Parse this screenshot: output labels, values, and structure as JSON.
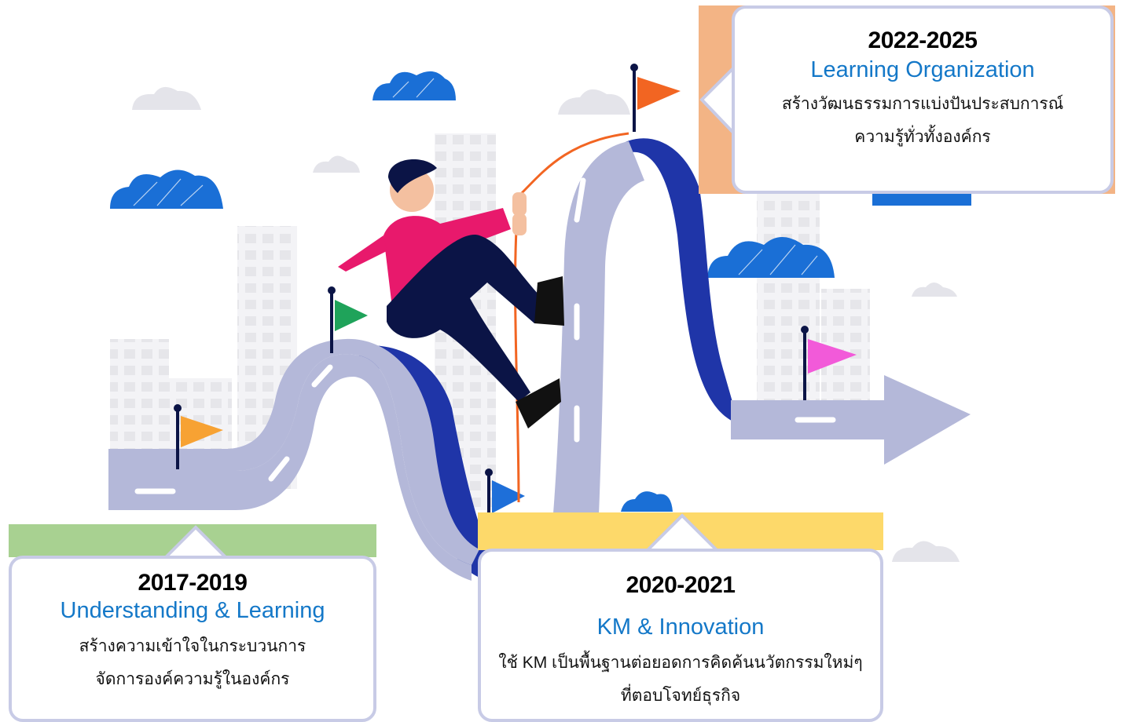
{
  "timeline": [
    {
      "year": "2017-2019",
      "phase": "Understanding & Learning",
      "desc_line1": "สร้างความเข้าใจในกระบวนการ",
      "desc_line2": "จัดการองค์ความรู้ในองค์กร",
      "band_color": "#a8d191"
    },
    {
      "year": "2020-2021",
      "phase": "KM & Innovation",
      "desc_line1": "ใช้ KM เป็นพื้นฐานต่อยอดการคิดค้นนวัตกรรมใหม่ๆ",
      "desc_line2": "ที่ตอบโจทย์ธุรกิจ",
      "band_color": "#fdd96a"
    },
    {
      "year": "2022-2025",
      "phase": "Learning Organization",
      "desc_line1": "สร้างวัฒนธรรมการแบ่งปันประสบการณ์",
      "desc_line2": "ความรู้ทั่วทั้งองค์กร",
      "band_color": "#f3b485"
    }
  ],
  "colors": {
    "road": "#b4b8d9",
    "road_shadow": "#1f35a8",
    "accent_text": "#1478c8",
    "flag_orange": "#f7a233",
    "flag_green": "#1fa35a",
    "flag_blue": "#1e6fd9",
    "flag_red": "#f26522",
    "flag_pink": "#f25ad9",
    "climber_shirt": "#e8196c",
    "climber_pants": "#0b1446"
  }
}
